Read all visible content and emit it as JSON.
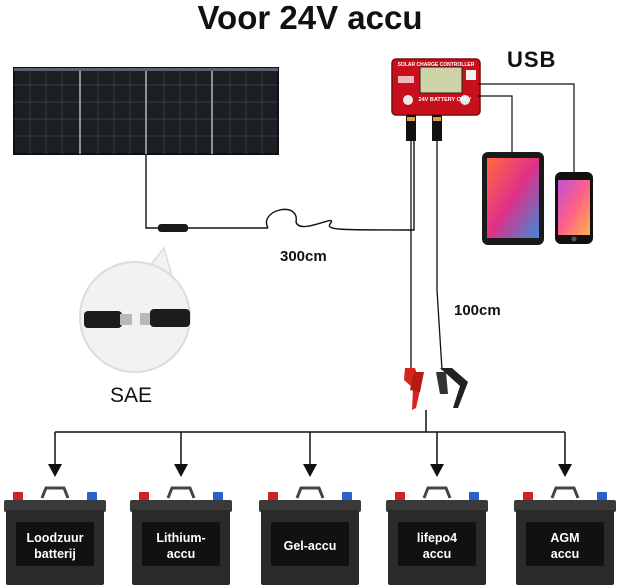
{
  "title": "Voor 24V accu",
  "labels": {
    "usb": "USB",
    "cable_panel": "300cm",
    "cable_battery": "100cm",
    "connector": "SAE"
  },
  "controller": {
    "header": "SOLAR CHARGE CONTROLLER",
    "subtext": "24V BATTERY ONLY"
  },
  "batteries": [
    {
      "line1": "Loodzuur",
      "line2": "batterij"
    },
    {
      "line1": "Lithium-",
      "line2": "accu"
    },
    {
      "line1": "Gel-accu",
      "line2": ""
    },
    {
      "line1": "lifepo4",
      "line2": "accu"
    },
    {
      "line1": "AGM",
      "line2": "accu"
    }
  ],
  "colors": {
    "controller": "#c8101c",
    "panel": "#1b1f24",
    "battery_body": "#2a2a2a",
    "clamp_red": "#d6231d",
    "clamp_black": "#222222"
  }
}
